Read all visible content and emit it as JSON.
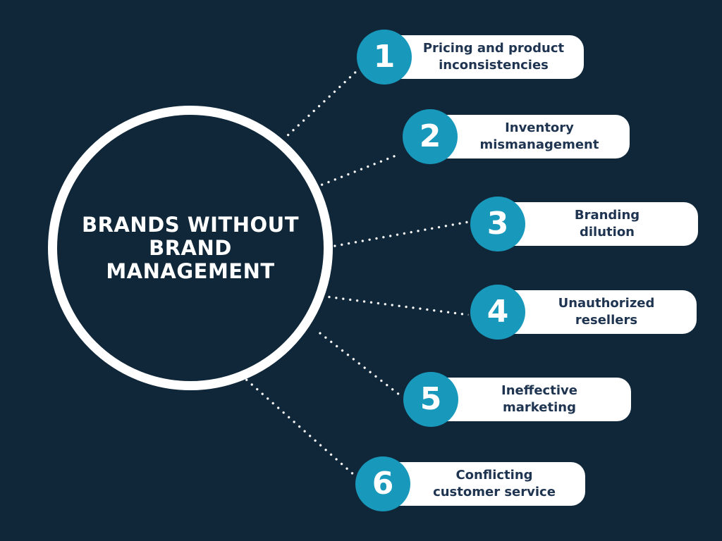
{
  "title": {
    "line1": "BRANDS WITHOUT",
    "line2": "BRAND",
    "line3": "MANAGEMENT"
  },
  "colors": {
    "background": "#0f2738",
    "accent_teal": "#1899bc",
    "pill_bg": "#ffffff",
    "pill_text": "#1e3450",
    "circle_ring": "#ffffff",
    "dot": "#ffffff",
    "title_text": "#ffffff",
    "badge_text": "#ffffff"
  },
  "items": [
    {
      "number": "1",
      "line1": "Pricing and product",
      "line2": "inconsistencies"
    },
    {
      "number": "2",
      "line1": "Inventory",
      "line2": "mismanagement"
    },
    {
      "number": "3",
      "line1": "Branding",
      "line2": "dilution"
    },
    {
      "number": "4",
      "line1": "Unauthorized",
      "line2": "resellers"
    },
    {
      "number": "5",
      "line1": "Ineffective",
      "line2": "marketing"
    },
    {
      "number": "6",
      "line1": "Conflicting",
      "line2": "customer service"
    }
  ]
}
